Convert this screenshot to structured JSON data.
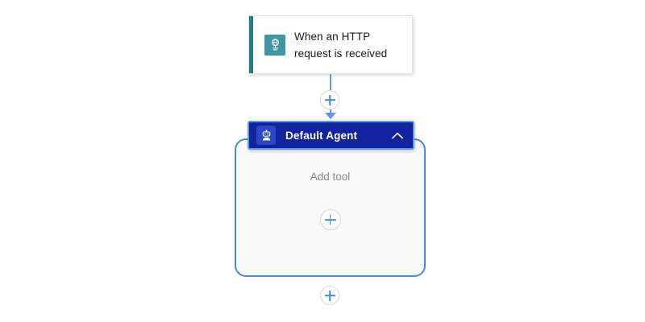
{
  "canvas": {
    "background_color": "#ffffff"
  },
  "trigger_node": {
    "label": "When an HTTP request is received",
    "icon": "http-globe-icon",
    "accent_color": "#2a7b87",
    "icon_background": "#3e97a0",
    "card_background": "#ffffff",
    "text_color": "#1b1b1b"
  },
  "connector": {
    "line_color": "#6195ed",
    "add_action_icon": "plus-icon",
    "arrow_icon": "arrow-down-icon"
  },
  "agent_node": {
    "title": "Default Agent",
    "icon": "robot-icon",
    "collapse_icon": "chevron-up-icon",
    "header_background": "#12239e",
    "header_border": "#5b9bf0",
    "icon_background": "#2b47c4",
    "title_color": "#ffffff",
    "container_background": "#f9f9f9",
    "container_border": "#4a87e0",
    "add_tool_label": "Add tool",
    "add_tool_label_color": "#8a8a8a",
    "add_tool_icon": "plus-icon"
  },
  "bottom_action": {
    "add_action_icon": "plus-icon",
    "icon_color": "#4a87e0"
  }
}
